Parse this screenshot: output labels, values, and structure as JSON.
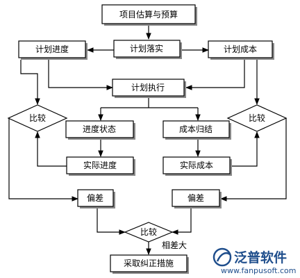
{
  "nodes": [
    {
      "id": "project-estimate-budget",
      "label": "项目估算与预算",
      "shape": "rect"
    },
    {
      "id": "plan-progress",
      "label": "计划进度",
      "shape": "rect"
    },
    {
      "id": "plan-implement",
      "label": "计划落实",
      "shape": "rect"
    },
    {
      "id": "plan-cost",
      "label": "计划成本",
      "shape": "rect"
    },
    {
      "id": "plan-execute",
      "label": "计划执行",
      "shape": "rect"
    },
    {
      "id": "compare-left",
      "label": "比较",
      "shape": "diamond"
    },
    {
      "id": "compare-right",
      "label": "比较",
      "shape": "diamond"
    },
    {
      "id": "progress-status",
      "label": "进度状态",
      "shape": "rect"
    },
    {
      "id": "cost-summary",
      "label": "成本归结",
      "shape": "rect"
    },
    {
      "id": "actual-progress",
      "label": "实际进度",
      "shape": "rect"
    },
    {
      "id": "actual-cost",
      "label": "实际成本",
      "shape": "rect"
    },
    {
      "id": "deviation-left",
      "label": "偏差",
      "shape": "rect"
    },
    {
      "id": "deviation-right",
      "label": "偏差",
      "shape": "rect"
    },
    {
      "id": "compare-bottom",
      "label": "比较",
      "shape": "diamond"
    },
    {
      "id": "corrective-measures",
      "label": "采取纠正措施",
      "shape": "rect"
    }
  ],
  "edges": [
    {
      "from": "project-estimate-budget",
      "to": "plan-implement"
    },
    {
      "from": "plan-implement",
      "to": "plan-progress"
    },
    {
      "from": "plan-implement",
      "to": "plan-cost"
    },
    {
      "from": "plan-progress",
      "to": "plan-execute"
    },
    {
      "from": "plan-cost",
      "to": "plan-execute"
    },
    {
      "from": "plan-progress",
      "to": "compare-left"
    },
    {
      "from": "plan-cost",
      "to": "compare-right"
    },
    {
      "from": "plan-execute",
      "to": "progress-status"
    },
    {
      "from": "plan-execute",
      "to": "cost-summary"
    },
    {
      "from": "progress-status",
      "to": "actual-progress"
    },
    {
      "from": "cost-summary",
      "to": "actual-cost"
    },
    {
      "from": "actual-progress",
      "to": "compare-left"
    },
    {
      "from": "actual-cost",
      "to": "compare-right"
    },
    {
      "from": "compare-left",
      "to": "deviation-left"
    },
    {
      "from": "compare-right",
      "to": "deviation-right"
    },
    {
      "from": "deviation-left",
      "to": "compare-bottom"
    },
    {
      "from": "deviation-right",
      "to": "compare-bottom"
    },
    {
      "from": "compare-bottom",
      "to": "corrective-measures",
      "label": "相差大"
    }
  ],
  "watermark": {
    "name": "泛普软件",
    "url": "www.fanpusoft.com",
    "logo": "fanpu-logo-icon",
    "color": "#1f4e8c"
  }
}
